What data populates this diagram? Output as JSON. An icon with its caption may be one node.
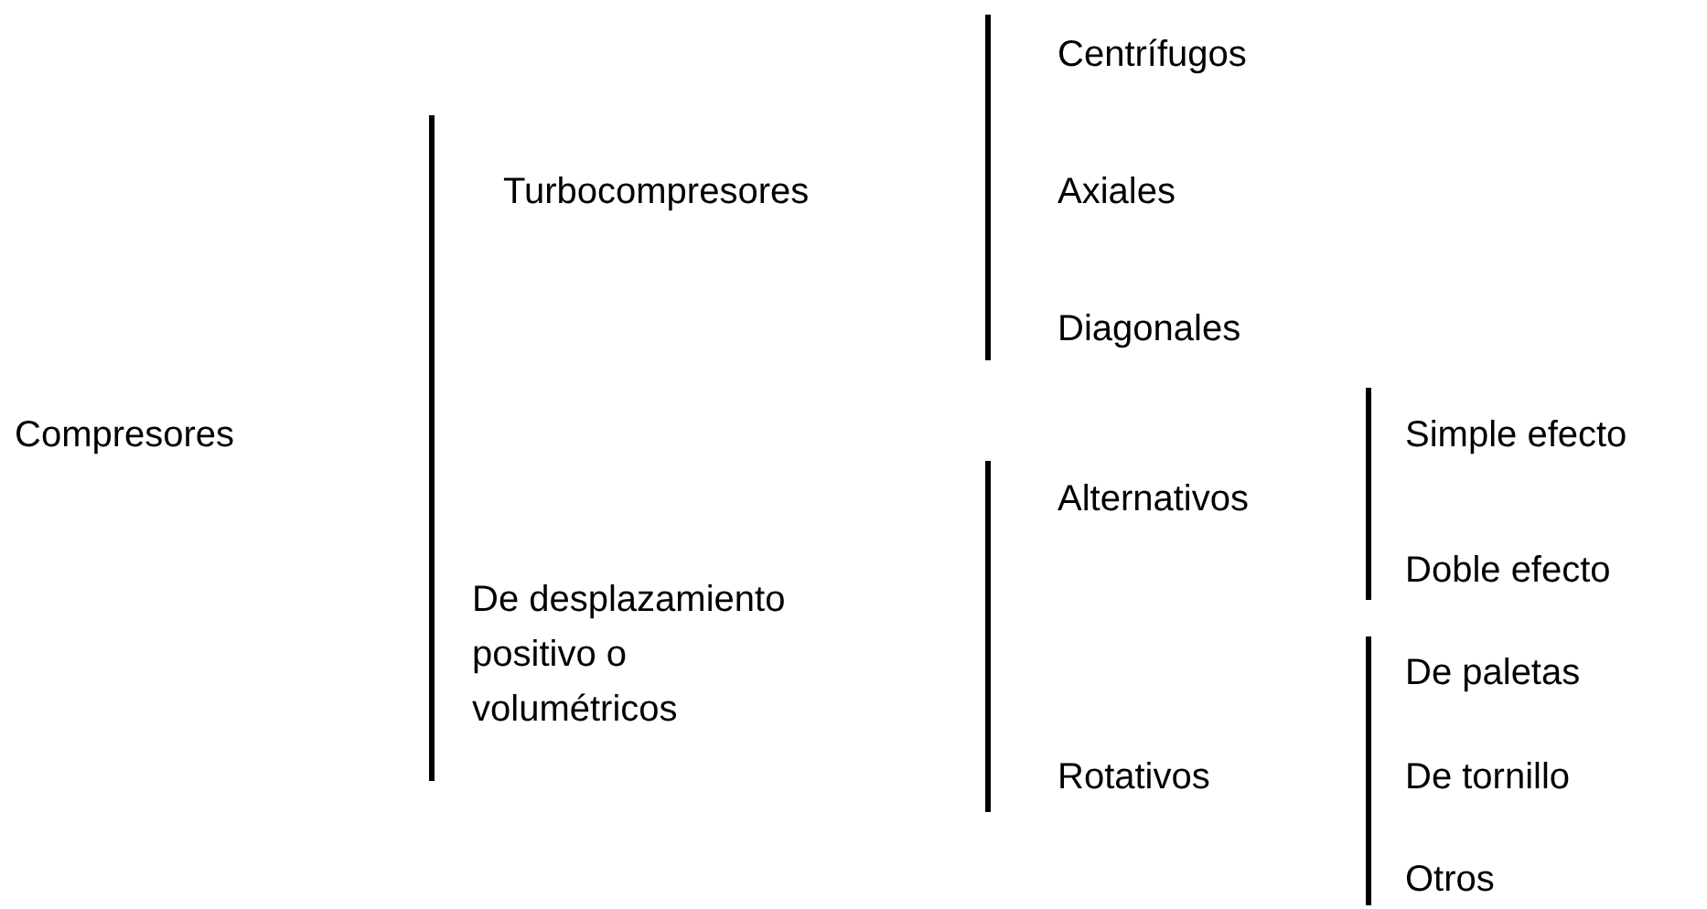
{
  "diagram": {
    "labels": [
      "Compresores",
      "Turbocompresores",
      "Centrífugos",
      "Axiales",
      "Diagonales",
      "De desplazamiento positivo o volumétricos",
      "Alternativos",
      "Simple efecto",
      "Doble efecto",
      "Rotativos",
      "De paletas",
      "De tornillo",
      "Otros"
    ]
  }
}
